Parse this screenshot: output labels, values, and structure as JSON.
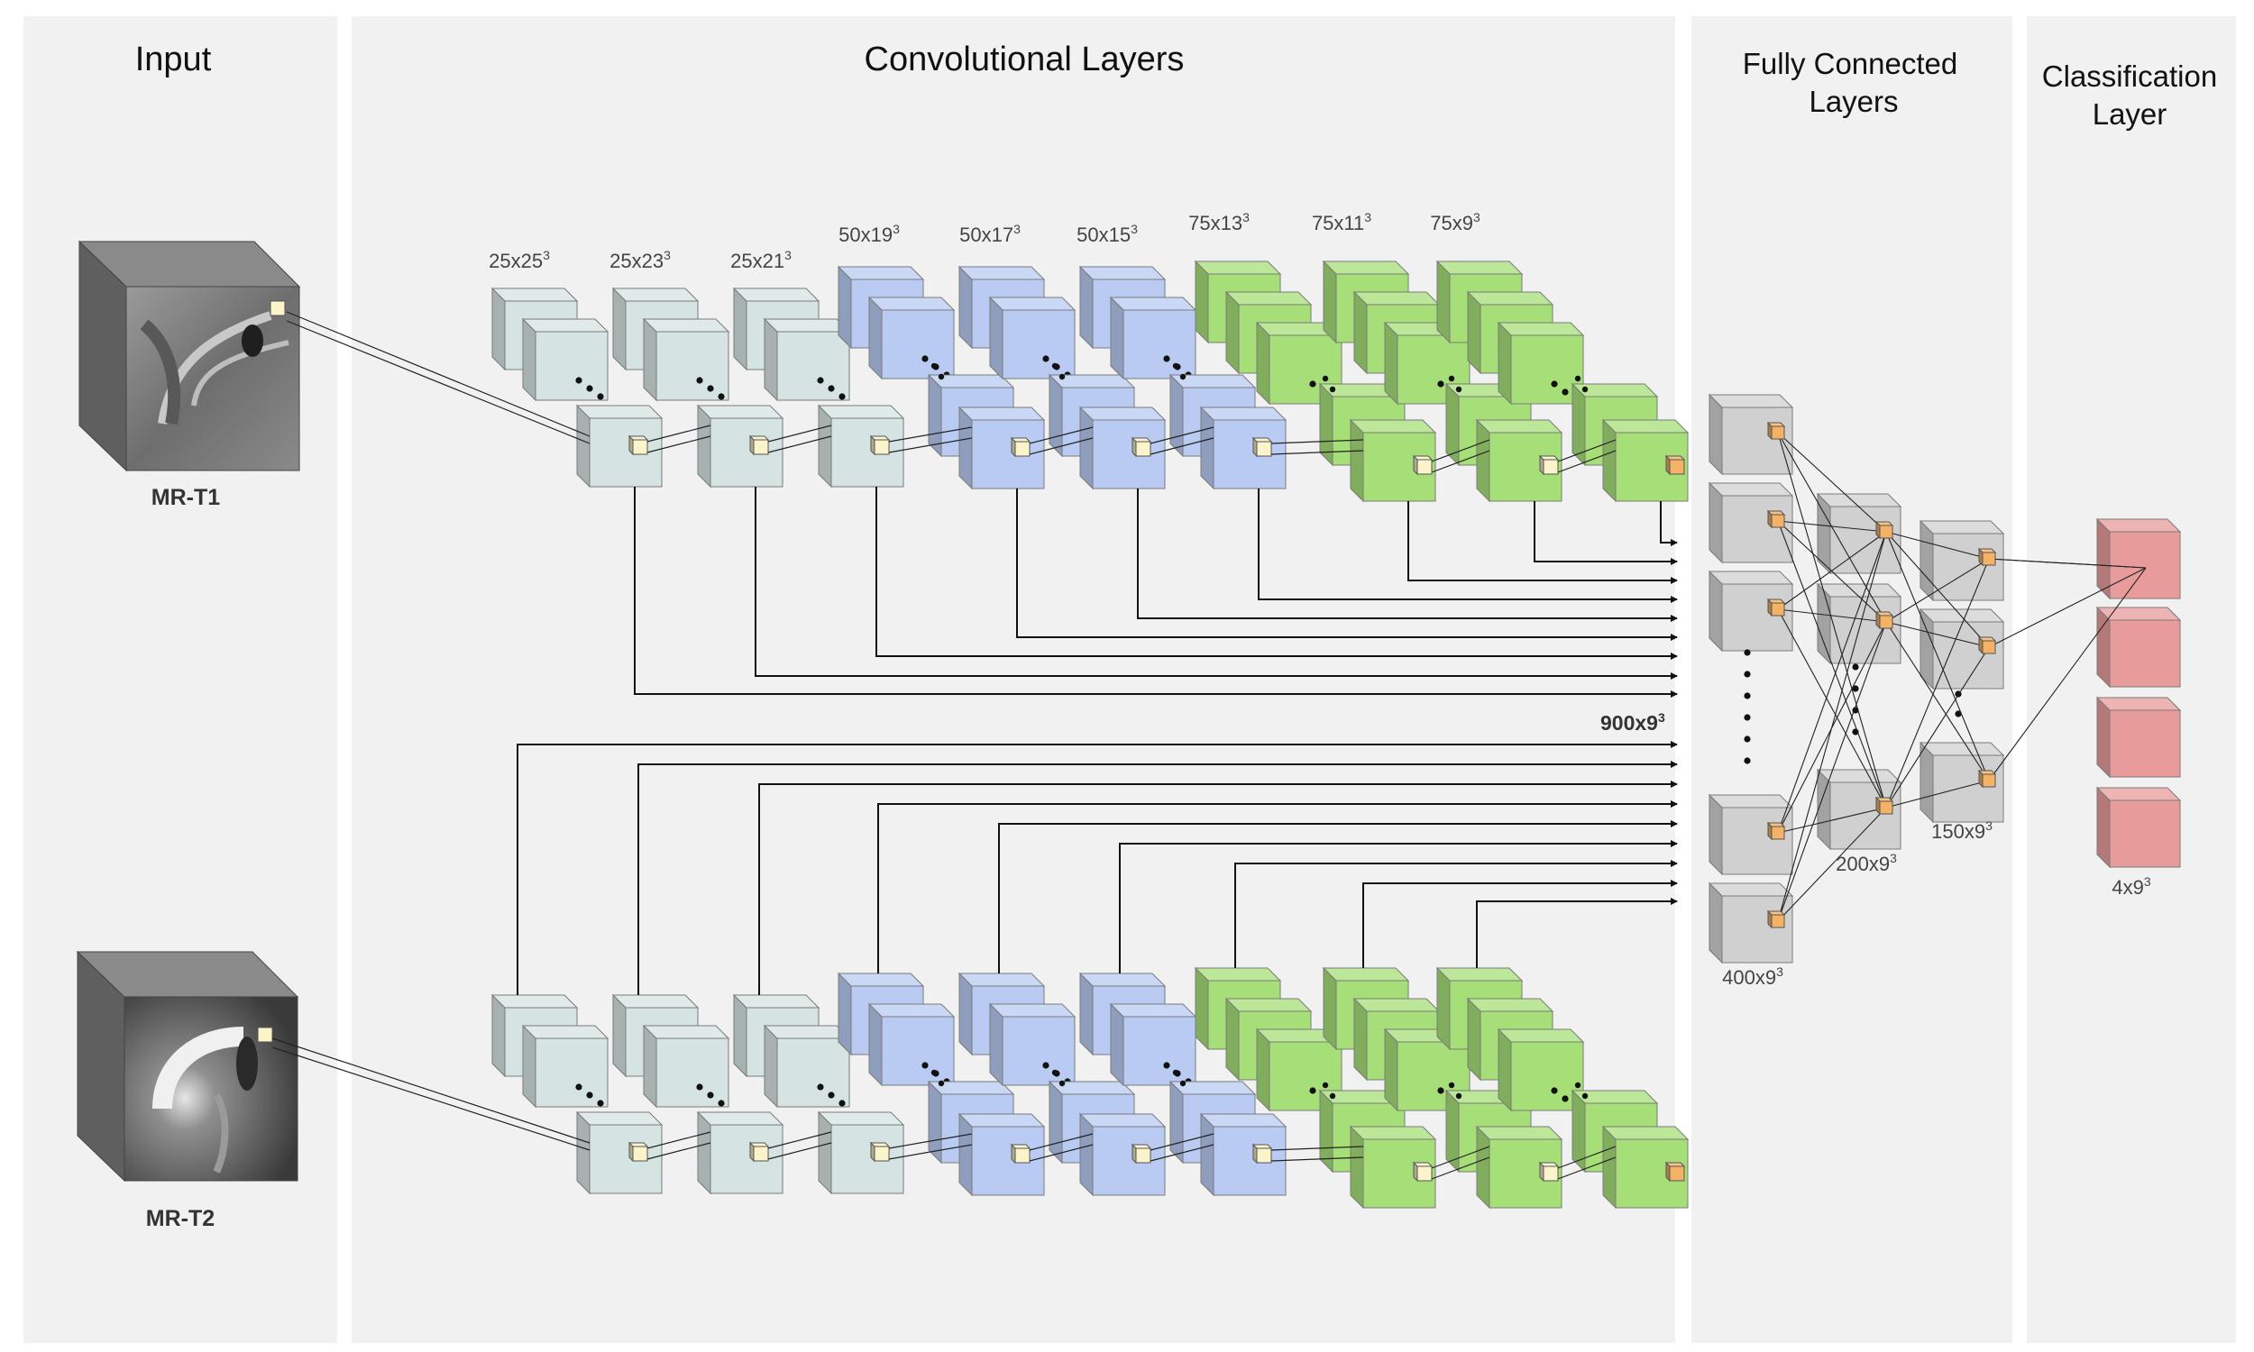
{
  "panels": {
    "input": "Input",
    "conv": "Convolutional Layers",
    "fc_line1": "Fully Connected",
    "fc_line2": "Layers",
    "cls_line1": "Classification",
    "cls_line2": "Layer"
  },
  "inputs": {
    "t1": "MR-T1",
    "t2": "MR-T2"
  },
  "conv_layers": [
    {
      "base": "25x25",
      "sup": "3"
    },
    {
      "base": "25x23",
      "sup": "3"
    },
    {
      "base": "25x21",
      "sup": "3"
    },
    {
      "base": "50x19",
      "sup": "3"
    },
    {
      "base": "50x17",
      "sup": "3"
    },
    {
      "base": "50x15",
      "sup": "3"
    },
    {
      "base": "75x13",
      "sup": "3"
    },
    {
      "base": "75x11",
      "sup": "3"
    },
    {
      "base": "75x9",
      "sup": "3"
    }
  ],
  "concat": {
    "base": "900x9",
    "sup": "3"
  },
  "fc_layers": [
    {
      "base": "400x9",
      "sup": "3"
    },
    {
      "base": "200x9",
      "sup": "3"
    },
    {
      "base": "150x9",
      "sup": "3"
    }
  ],
  "output": {
    "base": "4x9",
    "sup": "3"
  },
  "colors": {
    "panel_bg": "#f1f1f1",
    "stage1": "#d5e3e2",
    "stage2": "#b9cbf2",
    "stage3": "#a6df77",
    "fc": "#d0d0d0",
    "output": "#e89b9b",
    "kernel_light": "#fbf3c9",
    "kernel_orange": "#f4b266"
  }
}
